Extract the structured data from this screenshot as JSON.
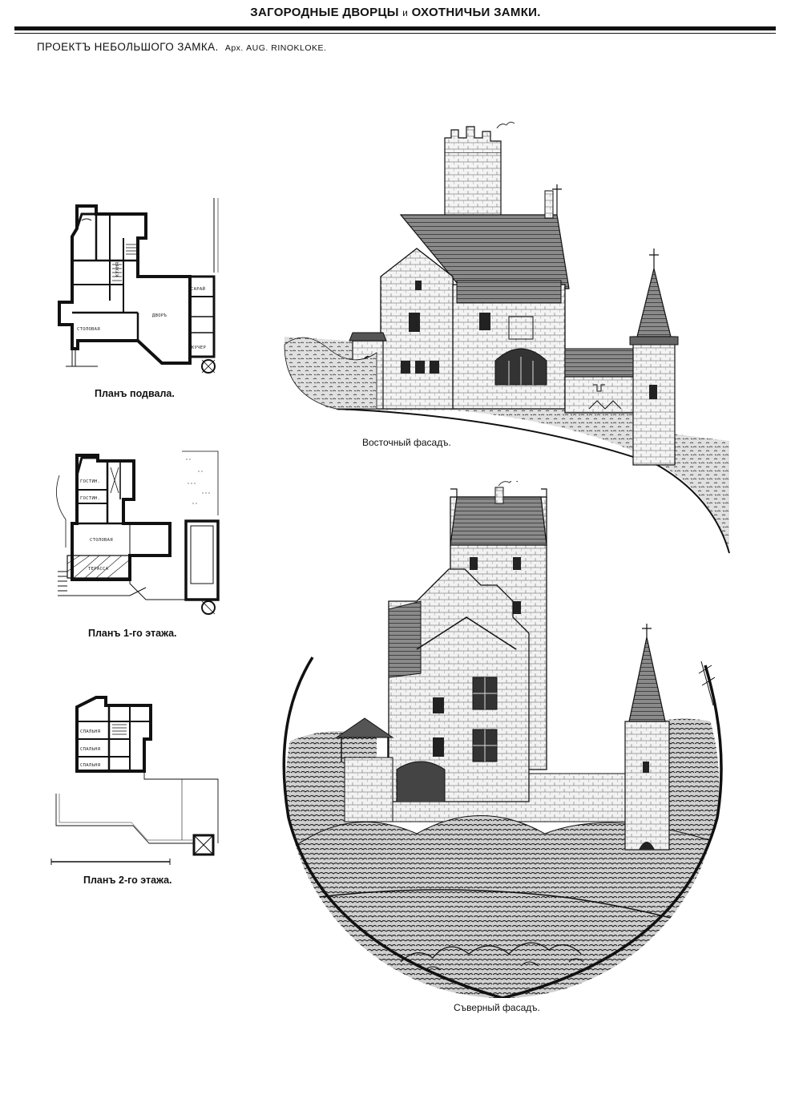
{
  "header": {
    "title_a": "ЗАГОРОДНЫЕ ДВОРЦЫ",
    "title_conj": "и",
    "title_b": "ОХОТНИЧЬИ ЗАМКИ."
  },
  "subtitle": {
    "project": "ПРОЕКТЪ НЕБОЛЬШОГО ЗАМКА.",
    "architect": "Арх. AUG. RINOKLOKE."
  },
  "plans": {
    "basement": {
      "caption": "Планъ подвала.",
      "rooms": {
        "saray": "САРАЙ",
        "dvor": "ДВОРЪ",
        "kukhnya": "КУХНЯ",
        "stolovaya": "СТОЛОВАЯ",
        "kucher": "КУЧЕР"
      }
    },
    "floor1": {
      "caption": "Планъ 1-го этажа.",
      "rooms": {
        "gostinaya": "ГОСТИН.",
        "gostinaya2": "ГОСТИН.",
        "stolovaya": "СТОЛОВАЯ",
        "terrasa": "ТЕРАССА"
      }
    },
    "floor2": {
      "caption": "Планъ 2-го этажа.",
      "rooms": {
        "spalnya1": "СПАЛЬНЯ",
        "spalnya2": "СПАЛЬНЯ",
        "spalnya3": "СПАЛЬНЯ"
      }
    }
  },
  "facades": {
    "east": {
      "caption": "Восточный фасадъ."
    },
    "north": {
      "caption": "Съверный фасадъ."
    }
  }
}
